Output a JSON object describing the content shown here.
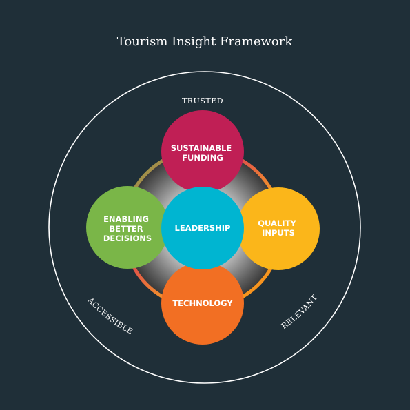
{
  "title": "Tourism Insight Framework",
  "ring_labels": {
    "top": "TRUSTED",
    "left": "ACCESSIBLE",
    "right": "RELEVANT"
  },
  "nodes": {
    "top": {
      "lines": [
        "SUSTAINABLE",
        "FUNDING"
      ],
      "color": "#c01f55"
    },
    "left": {
      "lines": [
        "ENABLING",
        "BETTER",
        "DECISIONS"
      ],
      "color": "#7ab648"
    },
    "center": {
      "lines": [
        "LEADERSHIP"
      ],
      "color": "#00b5d1"
    },
    "right": {
      "lines": [
        "QUALITY",
        "INPUTS"
      ],
      "color": "#fbb61a"
    },
    "bottom": {
      "lines": [
        "TECHNOLOGY"
      ],
      "color": "#f26f23"
    }
  },
  "colors": {
    "background": "#1f2f38",
    "outline": "#ffffff"
  }
}
